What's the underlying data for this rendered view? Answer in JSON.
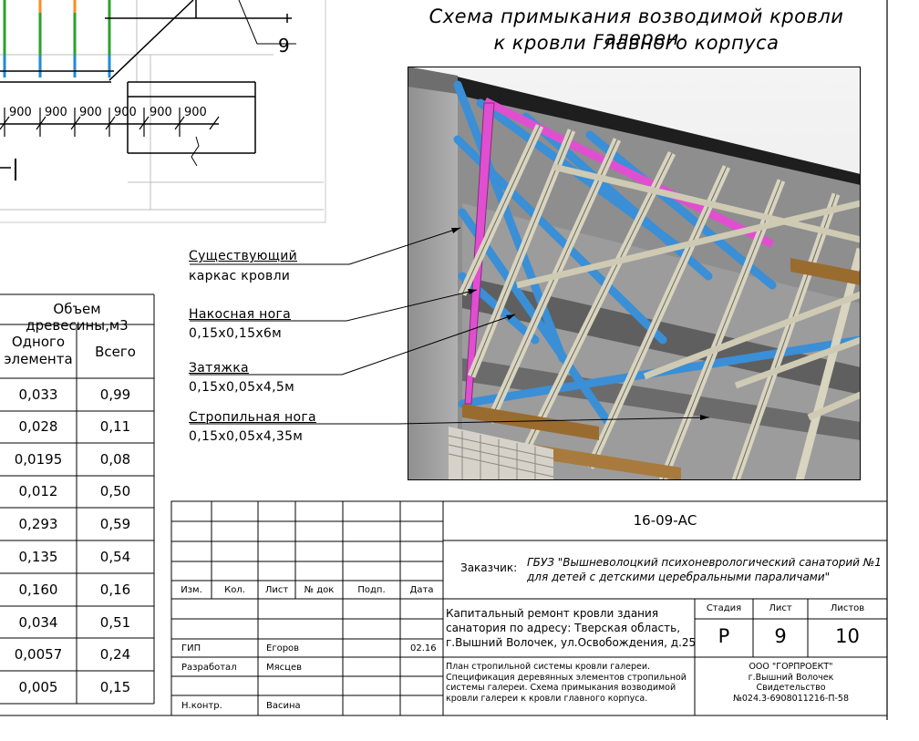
{
  "drawing": {
    "title_line1": "Схема примыкания возводимой кровли галереи",
    "title_line2": "к кровли главного корпуса",
    "callout_number": "9",
    "dimensions": [
      "900",
      "900",
      "900",
      "900",
      "900",
      "900"
    ]
  },
  "labels": [
    {
      "name": "Существующий",
      "spec": "каркас кровли"
    },
    {
      "name": "Накосная нога",
      "spec": "0,15x0,15x6м"
    },
    {
      "name": "Затяжка",
      "spec": "0,15x0,05x4,5м"
    },
    {
      "name": "Стропильная нога",
      "spec": "0,15x0,05x4,35м"
    }
  ],
  "volume_table": {
    "header": "Объем древесины,м3",
    "col1_line1": "Одного",
    "col1_line2": "элемента",
    "col2": "Всего",
    "rows": [
      [
        "0,033",
        "0,99"
      ],
      [
        "0,028",
        "0,11"
      ],
      [
        "0,0195",
        "0,08"
      ],
      [
        "0,012",
        "0,50"
      ],
      [
        "0,293",
        "0,59"
      ],
      [
        "0,135",
        "0,54"
      ],
      [
        "0,160",
        "0,16"
      ],
      [
        "0,034",
        "0,51"
      ],
      [
        "0,0057",
        "0,24"
      ],
      [
        "0,005",
        "0,15"
      ]
    ]
  },
  "stamp": {
    "code": "16-09-АС",
    "customer_label": "Заказчик:",
    "customer_line1": "ГБУЗ \"Вышневолоцкий психоневрологический санаторий №1",
    "customer_line2": "для детей с детскими церебральными параличами\"",
    "headers": {
      "izm": "Изм.",
      "kol": "Кол.",
      "list": "Лист",
      "ndok": "№ док",
      "podp": "Подп.",
      "data": "Дата"
    },
    "roles": [
      {
        "role": "ГИП",
        "name": "Егоров",
        "date": "02.16"
      },
      {
        "role": "Разработал",
        "name": "Мясцев",
        "date": ""
      },
      {
        "role": "Н.контр.",
        "name": "Васина",
        "date": ""
      }
    ],
    "project_line1": "Капитальный ремонт кровли здания",
    "project_line2": "санатория по адресу: Тверская область,",
    "project_line3": "г.Вышний Волочек, ул.Освобождения, д.25",
    "stage_label": "Стадия",
    "sheet_label": "Лист",
    "sheets_label": "Листов",
    "stage": "Р",
    "sheet": "9",
    "sheets": "10",
    "sheet_desc_1": "План стропильной системы кровли галереи.",
    "sheet_desc_2": "Спецификация деревянных элементов стропильной",
    "sheet_desc_3": "системы галереи. Схема примыкания возводимой",
    "sheet_desc_4": "кровли галереи к кровли главного корпуса.",
    "org_1": "ООО \"ГОРПРОЕКТ\"",
    "org_2": "г.Вышний Волочек",
    "org_3": "Свидетельство",
    "org_4": "№024.3-6908011216-П-58"
  }
}
